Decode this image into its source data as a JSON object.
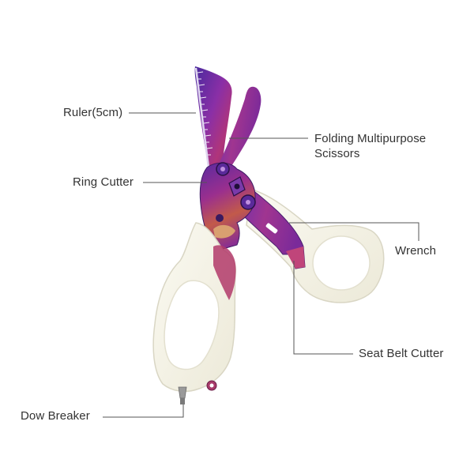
{
  "labels": {
    "ruler": "Ruler(5cm)",
    "folding_scissors": "Folding Multipurpose\nScissors",
    "ring_cutter": "Ring Cutter",
    "wrench": "Wrench",
    "seat_belt_cutter": "Seat Belt Cutter",
    "dow_breaker": "Dow Breaker"
  },
  "colors": {
    "background": "#ffffff",
    "text": "#333333",
    "leader_line": "#555555",
    "handle": "#f6f4e7",
    "handle_edge": "#d9d6c4",
    "blade_purple": "#6b2a9a",
    "blade_magenta": "#a0307a",
    "blade_copper": "#c8613a"
  },
  "icons": {
    "product": "trauma-shears-icon"
  }
}
